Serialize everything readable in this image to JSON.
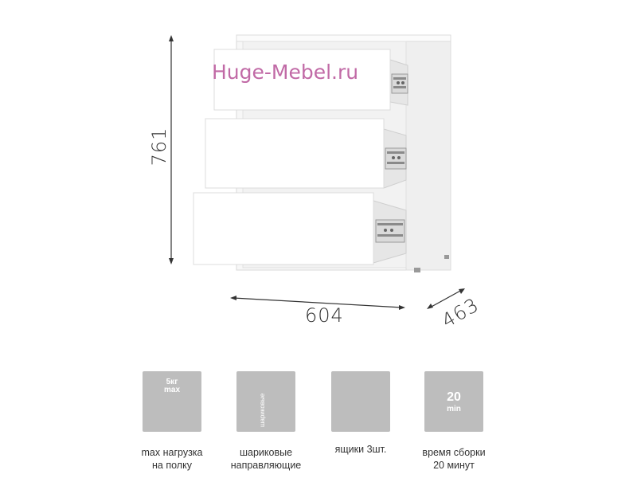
{
  "watermark": "Huge-Mebel.ru",
  "dimensions": {
    "height": "761",
    "width": "604",
    "depth": "463"
  },
  "features": [
    {
      "caption_line1": "max нагрузка",
      "caption_line2": "на полку",
      "icon": "weight-limit-icon",
      "icon_text1": "5кг",
      "icon_text2": "max"
    },
    {
      "caption_line1": "шариковые",
      "caption_line2": "направляющие",
      "icon": "ball-bearing-slides-icon",
      "icon_text1": "шариковые"
    },
    {
      "caption_line1": "ящики 3шт.",
      "caption_line2": "",
      "icon": "drawers-icon"
    },
    {
      "caption_line1": "время сборки",
      "caption_line2": "20 минут",
      "icon": "assembly-time-icon",
      "icon_text1": "20",
      "icon_text2": "min"
    }
  ],
  "colors": {
    "watermark": "#c16aa6",
    "tile": "#bdbdbd",
    "text": "#333333"
  }
}
